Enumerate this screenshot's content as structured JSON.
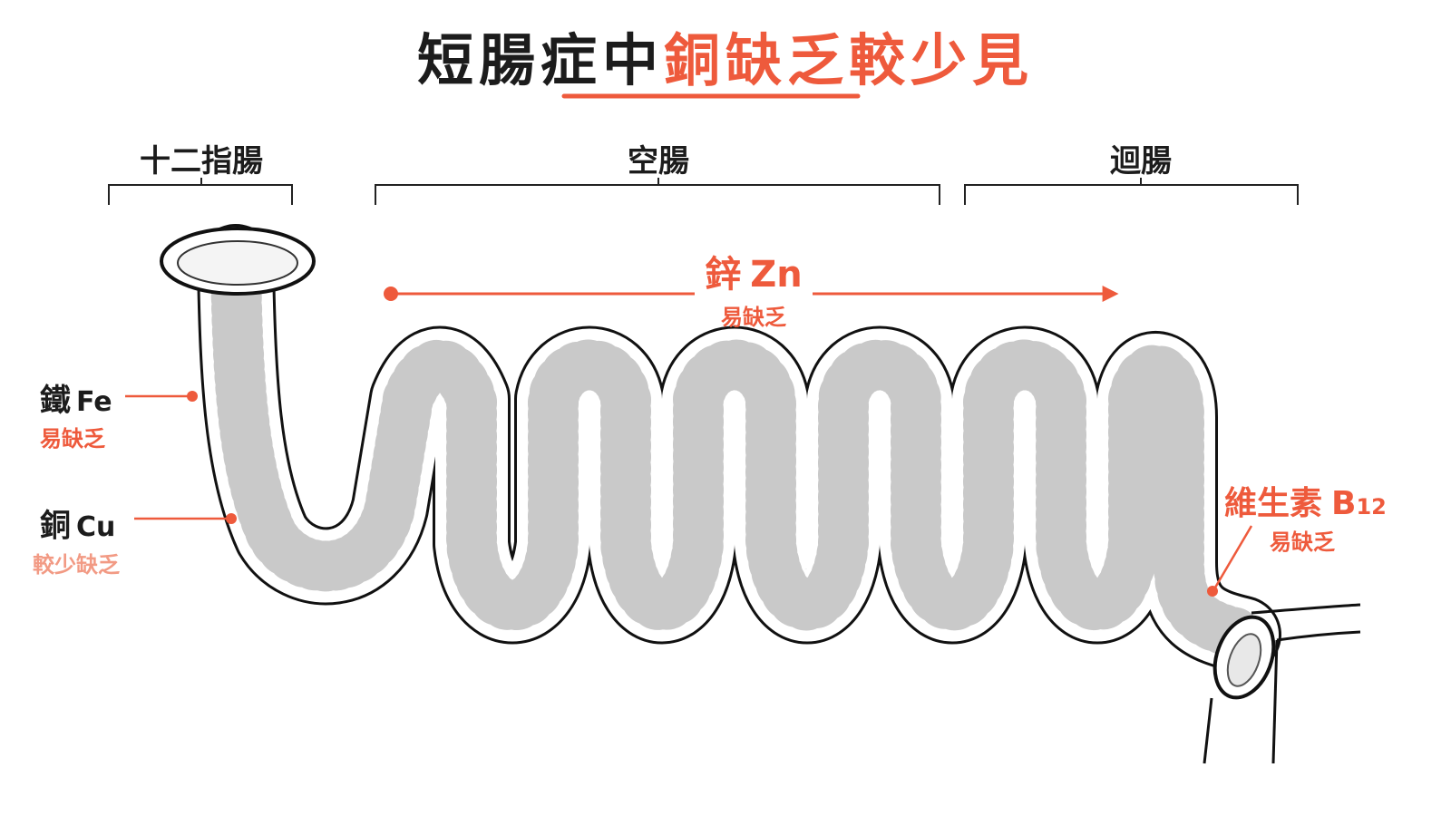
{
  "title": {
    "part1": "短腸症中",
    "part2": "銅缺乏較少見"
  },
  "segments": {
    "duodenum": "十二指腸",
    "jejunum": "空腸",
    "ileum": "迴腸"
  },
  "nutrients": {
    "zinc": {
      "name": "鋅",
      "symbol": "Zn",
      "status": "易缺乏"
    },
    "iron": {
      "name": "鐵",
      "symbol": "Fe",
      "status": "易缺乏"
    },
    "copper": {
      "name": "銅",
      "symbol": "Cu",
      "status": "較少缺乏"
    },
    "b12": {
      "name": "維生素",
      "symbol": "B",
      "subscript": "12",
      "status": "易缺乏"
    }
  },
  "colors": {
    "accent": "#ee5a3c",
    "accent_light": "#f29a84",
    "ink": "#1c1c1c",
    "outline": "#111111"
  }
}
